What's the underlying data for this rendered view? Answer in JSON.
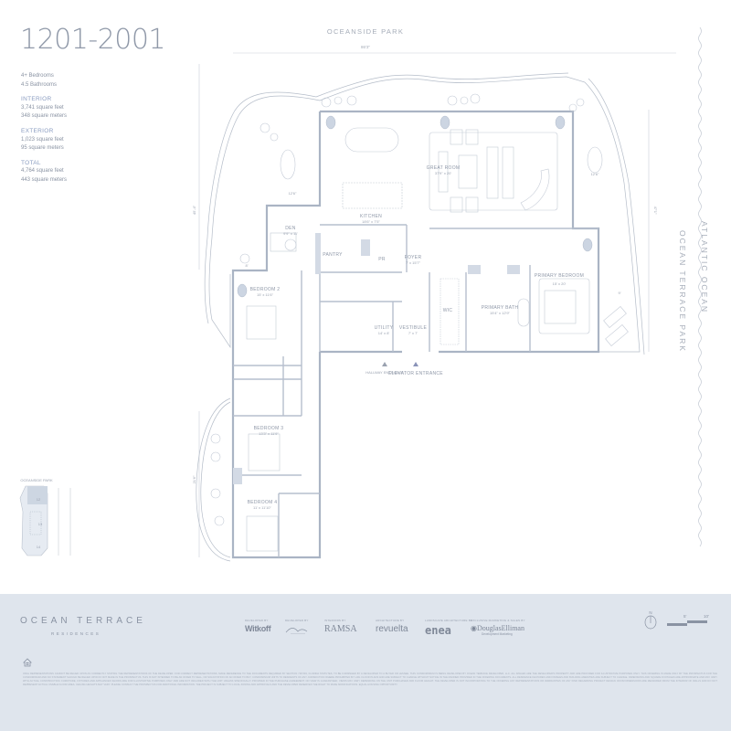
{
  "unit": {
    "title": "1201-2001",
    "bedrooms": "4+ Bedrooms",
    "bathrooms": "4.5 Bathrooms",
    "interior": {
      "label": "INTERIOR",
      "sqft": "3,741 square feet",
      "sqm": "348 square meters"
    },
    "exterior": {
      "label": "EXTERIOR",
      "sqft": "1,023 square feet",
      "sqm": "95 square meters"
    },
    "total": {
      "label": "TOTAL",
      "sqft": "4,764 square feet",
      "sqm": "443 square meters"
    }
  },
  "surroundings": {
    "top": "OCEANSIDE PARK",
    "top_dimension": "86'3\"",
    "right_outer": "ATLANTIC OCEAN",
    "right_inner": "OCEAN TERRACE PARK",
    "left_dimension_upper": "45'-4\"",
    "left_dimension_lower": "21'6\"",
    "right_dimension": "47'1\""
  },
  "rooms": [
    {
      "name": "GREAT ROOM",
      "dim": "37'9\" x 20'"
    },
    {
      "name": "KITCHEN",
      "dim": "18'6\" x 7'5\""
    },
    {
      "name": "DEN",
      "dim": "9'9\" x 11'"
    },
    {
      "name": "PANTRY",
      "dim": ""
    },
    {
      "name": "PR",
      "dim": ""
    },
    {
      "name": "FOYER",
      "dim": "7' x 15'7\""
    },
    {
      "name": "BEDROOM 2",
      "dim": "15' x 11'6\""
    },
    {
      "name": "UTILITY",
      "dim": "14' x 8'"
    },
    {
      "name": "VESTIBULE",
      "dim": "7' x 7'"
    },
    {
      "name": "WIC",
      "dim": ""
    },
    {
      "name": "PRIMARY BATH",
      "dim": "15'4\" x 12'9\""
    },
    {
      "name": "PRIMARY BEDROOM",
      "dim": "15' x 20'"
    },
    {
      "name": "BEDROOM 3",
      "dim": "13'3\" x 11'9\""
    },
    {
      "name": "BEDROOM 4",
      "dim": "11' x 11'10\""
    }
  ],
  "terrace_dims": {
    "den_terrace": "12'6\"",
    "east_terrace": "12'6\"",
    "den_balcony": "8'",
    "primary_terrace": "9'"
  },
  "entrances": {
    "hallway": "HALLWAY ENTRANCE",
    "elevator": "ELEVATOR ENTRANCE"
  },
  "key_plan": {
    "label": "OCEANSIDE PARK",
    "floors": [
      "12",
      "13",
      "14"
    ]
  },
  "footer": {
    "brand_name": "OCEAN TERRACE",
    "brand_sub": "RESIDENCES",
    "credits": [
      {
        "caption": "DEVELOPED BY",
        "logo": "Witkoff"
      },
      {
        "caption": "DEVELOPED BY",
        "logo": "~"
      },
      {
        "caption": "INTERIORS BY",
        "logo": "RAMSA"
      },
      {
        "caption": "ARCHITECTURE BY",
        "logo": "revuelta"
      },
      {
        "caption": "LANDSCAPE ARCHITECTURE BY",
        "logo": "enea"
      },
      {
        "caption": "EXCLUSIVE MARKETING & SALES BY",
        "logo": "DouglasElliman",
        "logo_sub": "Development Marketing"
      }
    ],
    "compass_label": "N",
    "scale": {
      "mark1": "5'",
      "mark2": "10'"
    },
    "disclaimer": "ORAL REPRESENTATIONS CANNOT BE RELIED UPON AS CORRECTLY STATING THE REPRESENTATIONS OF THE DEVELOPER. FOR CORRECT REPRESENTATIONS, MAKE REFERENCE TO THE DOCUMENTS REQUIRED BY SECTION 718.503, FLORIDA STATUTES, TO BE FURNISHED BY A DEVELOPER TO A BUYER OR LESSEE. THIS CONDOMINIUM IS BEING DEVELOPED BY OCEAN TERRACE DEVELOPER, LLC. ALL IMAGES ARE THE DEVELOPER'S PROPERTY AND ARE PROVIDED FOR ILLUSTRATIVE PURPOSES ONLY. THIS OFFERING IS MADE ONLY BY THE PROSPECTUS FOR THE CONDOMINIUM AND NO STATEMENT SHOULD BE RELIED UPON IF NOT MADE IN THE PROSPECTUS. THIS IS NOT INTENDED TO BE AN OFFER TO SELL, OR SOLICITATION OF AN OFFER TO BUY, CONDOMINIUM UNITS TO RESIDENTS OF ANY JURISDICTION WHERE PROHIBITED BY LAW. FLOOR PLANS AND ARE SUBJECT TO CHANGE WITHOUT NOTICE IN THE MANNER PROVIDED IN THE OFFERING DOCUMENTS. ALL RESIDENCE FEATURES AND FINISHES AND BUILDING AMENITIES ARE SUBJECT TO CHANGE. DIMENSIONS AND SQUARE FOOTAGES ARE APPROXIMATE AND MAY VARY WITH ACTUAL CONSTRUCTION. FURNITURE, FIXTURES AND APPLIANCES SHOWN ARE FOR ILLUSTRATIVE PURPOSES ONLY AND ARE NOT INCLUDED WITH THE UNIT UNLESS SPECIFICALLY PROVIDED IN THE PURCHASE AGREEMENT. NO VIEW IS GUARANTEED. VIEWS MAY VARY DEPENDING ON THE UNIT PURCHASED AND FLOOR HEIGHT. THE DEVELOPER IS NOT INCORPORATING TO THE OFFERING ANY REPRESENTATIONS OR WARRANTIES OF ANY KIND REGARDING PROJECT DESIGN. ROOM DIMENSIONS ARE MEASURED FROM THE INTERIOR OF WALLS AND DO NOT REPRESENT ACTUAL USABLE FLOOR AREA. CEILING HEIGHTS MAY VARY. PLEASE CONSULT THE PROSPECTUS FOR ADDITIONAL INFORMATION. THE PROJECT IS SUBJECT TO LOCAL ZONING AND APPROVALS AND THE DEVELOPER RESERVES THE RIGHT TO MAKE MODIFICATIONS. EQUAL HOUSING OPPORTUNITY."
  }
}
